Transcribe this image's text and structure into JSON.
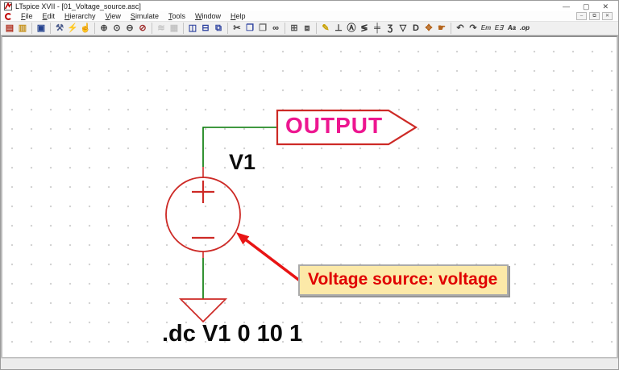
{
  "window": {
    "title": "LTspice XVII - [01_Voltage_source.asc]",
    "controls": {
      "minimize": "—",
      "restore": "▢",
      "close": "✕"
    },
    "mdi_controls": {
      "minimize": "–",
      "restore": "⧉",
      "close": "✕"
    }
  },
  "menu": {
    "items": [
      {
        "label": "File",
        "u": 0
      },
      {
        "label": "Edit",
        "u": 0
      },
      {
        "label": "Hierarchy",
        "u": 0
      },
      {
        "label": "View",
        "u": 0
      },
      {
        "label": "Simulate",
        "u": 0
      },
      {
        "label": "Tools",
        "u": 0
      },
      {
        "label": "Window",
        "u": 0
      },
      {
        "label": "Help",
        "u": 0
      }
    ]
  },
  "toolbar": {
    "items": [
      {
        "name": "new-schematic-icon",
        "glyph": "▤",
        "color": "#b03020"
      },
      {
        "name": "open-icon",
        "glyph": "▥",
        "color": "#c69320"
      },
      {
        "sep": true
      },
      {
        "name": "save-icon",
        "glyph": "▣",
        "color": "#23418e"
      },
      {
        "sep": true
      },
      {
        "name": "control-panel-icon",
        "glyph": "⚒",
        "color": "#4a5a8a"
      },
      {
        "name": "run-icon",
        "glyph": "⚡",
        "color": "#555555"
      },
      {
        "name": "halt-icon",
        "glyph": "☝",
        "color": "#b5651d"
      },
      {
        "sep": true
      },
      {
        "name": "zoom-in-icon",
        "glyph": "⊕",
        "color": "#444444"
      },
      {
        "name": "zoom-extents-icon",
        "glyph": "⊙",
        "color": "#444444"
      },
      {
        "name": "zoom-out-icon",
        "glyph": "⊖",
        "color": "#444444"
      },
      {
        "name": "zoom-full-icon",
        "glyph": "⊘",
        "color": "#a03030"
      },
      {
        "sep": true
      },
      {
        "name": "autorange-icon",
        "glyph": "≋",
        "disabled": true
      },
      {
        "name": "plot-pane-icon",
        "glyph": "▦",
        "disabled": true
      },
      {
        "sep": true
      },
      {
        "name": "tile-vertical-icon",
        "glyph": "◫",
        "color": "#2a3f9e"
      },
      {
        "name": "tile-horizontal-icon",
        "glyph": "⊟",
        "color": "#2a3f9e"
      },
      {
        "name": "cascade-icon",
        "glyph": "⧉",
        "color": "#2a3f9e"
      },
      {
        "sep": true
      },
      {
        "name": "cut-icon",
        "glyph": "✂",
        "color": "#444444"
      },
      {
        "name": "copy-icon",
        "glyph": "❐",
        "color": "#2a3f9e"
      },
      {
        "name": "paste-icon",
        "glyph": "❒",
        "color": "#666666"
      },
      {
        "name": "find-icon",
        "glyph": "∞",
        "color": "#333333"
      },
      {
        "sep": true
      },
      {
        "name": "print-icon",
        "glyph": "⊞",
        "color": "#555555"
      },
      {
        "name": "print-preview-icon",
        "glyph": "⧈",
        "color": "#555555"
      },
      {
        "sep": true
      },
      {
        "name": "edit-pencil-icon",
        "glyph": "✎",
        "color": "#c8a000"
      },
      {
        "name": "ground-icon",
        "glyph": "⊥",
        "color": "#333333"
      },
      {
        "name": "net-label-icon",
        "glyph": "Ⓐ",
        "color": "#333333"
      },
      {
        "name": "resistor-icon",
        "glyph": "≶",
        "color": "#333333"
      },
      {
        "name": "capacitor-icon",
        "glyph": "╪",
        "color": "#333333"
      },
      {
        "name": "inductor-icon",
        "glyph": "Ʒ",
        "color": "#333333"
      },
      {
        "name": "diode-icon",
        "glyph": "▽",
        "color": "#333333"
      },
      {
        "name": "component-icon",
        "glyph": "D",
        "color": "#333333"
      },
      {
        "name": "move-icon",
        "glyph": "✥",
        "color": "#b5651d"
      },
      {
        "name": "drag-icon",
        "glyph": "☛",
        "color": "#b5651d"
      },
      {
        "sep": true
      },
      {
        "name": "undo-icon",
        "glyph": "↶",
        "color": "#444444"
      },
      {
        "name": "redo-icon",
        "glyph": "↷",
        "color": "#444444"
      },
      {
        "name": "rotate-icon",
        "glyph": "Em",
        "small": true,
        "color": "#555555"
      },
      {
        "name": "mirror-icon",
        "glyph": "E∃",
        "small": true,
        "color": "#555555"
      },
      {
        "name": "text-icon",
        "glyph": "Aa",
        "small": true,
        "color": "#222222"
      },
      {
        "name": "spice-directive-icon",
        "glyph": ".op",
        "small": true,
        "color": "#222222"
      }
    ]
  },
  "schematic": {
    "net_label": "OUTPUT",
    "component_ref": "V1",
    "spice_directive": ".dc V1 0 10 1",
    "annotation_text": "Voltage source: voltage",
    "colors": {
      "wire_green": "#007700",
      "symbol_red": "#cd2a26",
      "net_magenta": "#ed1690",
      "arrow_red": "#e81414",
      "annotation_bg": "#fce9a8",
      "annotation_text": "#e00000"
    }
  }
}
